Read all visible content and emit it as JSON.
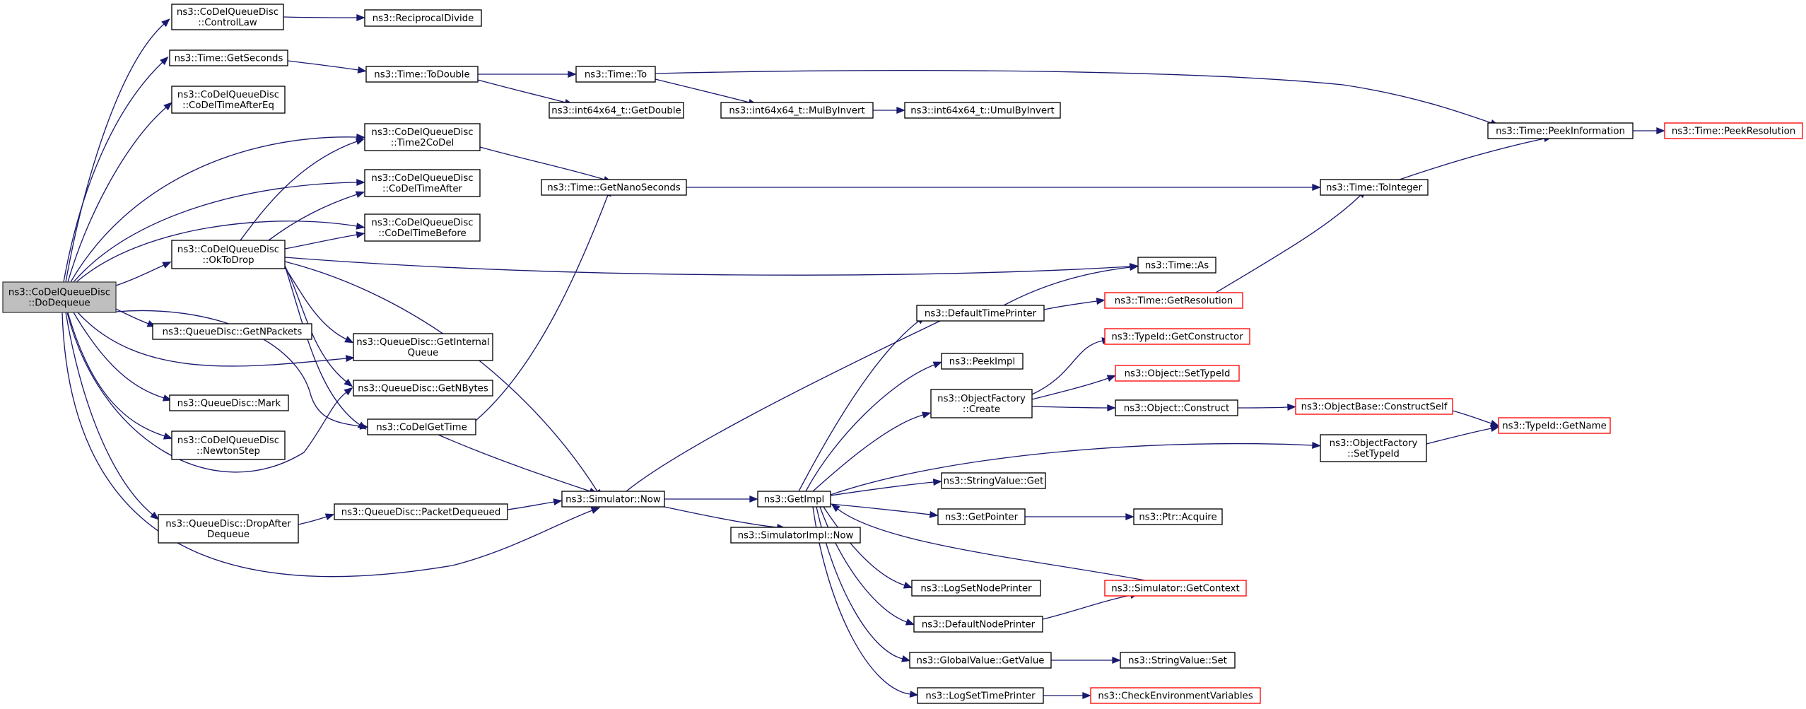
{
  "colors": {
    "edge": "#191970",
    "node_border": "#000000",
    "node_border_truncated": "#ff0000",
    "root_fill": "#bfbfbf",
    "root_border": "#404040"
  },
  "nodes": [
    {
      "id": "dodequeue",
      "lines": [
        "ns3::CoDelQueueDisc",
        "::DoDequeue"
      ],
      "style": "root"
    },
    {
      "id": "controllaw",
      "lines": [
        "ns3::CoDelQueueDisc",
        "::ControlLaw"
      ],
      "style": "normal"
    },
    {
      "id": "reciprocaldivide",
      "lines": [
        "ns3::ReciprocalDivide"
      ],
      "style": "normal"
    },
    {
      "id": "getseconds",
      "lines": [
        "ns3::Time::GetSeconds"
      ],
      "style": "normal"
    },
    {
      "id": "todouble",
      "lines": [
        "ns3::Time::ToDouble"
      ],
      "style": "normal"
    },
    {
      "id": "timeto",
      "lines": [
        "ns3::Time::To"
      ],
      "style": "normal"
    },
    {
      "id": "getdouble",
      "lines": [
        "ns3::int64x64_t::GetDouble"
      ],
      "style": "normal"
    },
    {
      "id": "mulbyinvert",
      "lines": [
        "ns3::int64x64_t::MulByInvert"
      ],
      "style": "normal"
    },
    {
      "id": "umulbyinvert",
      "lines": [
        "ns3::int64x64_t::UmulByInvert"
      ],
      "style": "normal"
    },
    {
      "id": "peekinformation",
      "lines": [
        "ns3::Time::PeekInformation"
      ],
      "style": "normal"
    },
    {
      "id": "peekresolution",
      "lines": [
        "ns3::Time::PeekResolution"
      ],
      "style": "truncated"
    },
    {
      "id": "codeltimeaftereq",
      "lines": [
        "ns3::CoDelQueueDisc",
        "::CoDelTimeAfterEq"
      ],
      "style": "normal"
    },
    {
      "id": "time2codel",
      "lines": [
        "ns3::CoDelQueueDisc",
        "::Time2CoDel"
      ],
      "style": "normal"
    },
    {
      "id": "getnanoseconds",
      "lines": [
        "ns3::Time::GetNanoSeconds"
      ],
      "style": "normal"
    },
    {
      "id": "tointeger",
      "lines": [
        "ns3::Time::ToInteger"
      ],
      "style": "normal"
    },
    {
      "id": "codeltimeafter",
      "lines": [
        "ns3::CoDelQueueDisc",
        "::CoDelTimeAfter"
      ],
      "style": "normal"
    },
    {
      "id": "codeltimebefore",
      "lines": [
        "ns3::CoDelQueueDisc",
        "::CoDelTimeBefore"
      ],
      "style": "normal"
    },
    {
      "id": "oktodrop",
      "lines": [
        "ns3::CoDelQueueDisc",
        "::OkToDrop"
      ],
      "style": "normal"
    },
    {
      "id": "timeas",
      "lines": [
        "ns3::Time::As"
      ],
      "style": "normal"
    },
    {
      "id": "defaulttimeprinter",
      "lines": [
        "ns3::DefaultTimePrinter"
      ],
      "style": "normal"
    },
    {
      "id": "getresolution",
      "lines": [
        "ns3::Time::GetResolution"
      ],
      "style": "truncated"
    },
    {
      "id": "getnpackets",
      "lines": [
        "ns3::QueueDisc::GetNPackets"
      ],
      "style": "normal"
    },
    {
      "id": "getinternalqueue",
      "lines": [
        "ns3::QueueDisc::GetInternal",
        "Queue"
      ],
      "style": "normal"
    },
    {
      "id": "peekimpl",
      "lines": [
        "ns3::PeekImpl"
      ],
      "style": "normal"
    },
    {
      "id": "getconstructor",
      "lines": [
        "ns3::TypeId::GetConstructor"
      ],
      "style": "truncated"
    },
    {
      "id": "settypeid_obj",
      "lines": [
        "ns3::Object::SetTypeId"
      ],
      "style": "truncated"
    },
    {
      "id": "objfactorycreate",
      "lines": [
        "ns3::ObjectFactory",
        "::Create"
      ],
      "style": "normal"
    },
    {
      "id": "objconstruct",
      "lines": [
        "ns3::Object::Construct"
      ],
      "style": "normal"
    },
    {
      "id": "constructself",
      "lines": [
        "ns3::ObjectBase::ConstructSelf"
      ],
      "style": "truncated"
    },
    {
      "id": "typeidgetname",
      "lines": [
        "ns3::TypeId::GetName"
      ],
      "style": "truncated"
    },
    {
      "id": "getnbytes",
      "lines": [
        "ns3::QueueDisc::GetNBytes"
      ],
      "style": "normal"
    },
    {
      "id": "mark",
      "lines": [
        "ns3::QueueDisc::Mark"
      ],
      "style": "normal"
    },
    {
      "id": "codelgettime",
      "lines": [
        "ns3::CoDelGetTime"
      ],
      "style": "normal"
    },
    {
      "id": "objfactorysettypeid",
      "lines": [
        "ns3::ObjectFactory",
        "::SetTypeId"
      ],
      "style": "normal"
    },
    {
      "id": "newtonstep",
      "lines": [
        "ns3::CoDelQueueDisc",
        "::NewtonStep"
      ],
      "style": "normal"
    },
    {
      "id": "stringvalueget",
      "lines": [
        "ns3::StringValue::Get"
      ],
      "style": "normal"
    },
    {
      "id": "simnow",
      "lines": [
        "ns3::Simulator::Now"
      ],
      "style": "normal"
    },
    {
      "id": "getimpl",
      "lines": [
        "ns3::GetImpl"
      ],
      "style": "normal"
    },
    {
      "id": "getpointer",
      "lines": [
        "ns3::GetPointer"
      ],
      "style": "normal"
    },
    {
      "id": "ptracquire",
      "lines": [
        "ns3::Ptr::Acquire"
      ],
      "style": "normal"
    },
    {
      "id": "packetdequeued",
      "lines": [
        "ns3::QueueDisc::PacketDequeued"
      ],
      "style": "normal"
    },
    {
      "id": "dropafterdequeue",
      "lines": [
        "ns3::QueueDisc::DropAfter",
        "Dequeue"
      ],
      "style": "normal"
    },
    {
      "id": "simimplnow",
      "lines": [
        "ns3::SimulatorImpl::Now"
      ],
      "style": "normal"
    },
    {
      "id": "logsetnodeprinter",
      "lines": [
        "ns3::LogSetNodePrinter"
      ],
      "style": "normal"
    },
    {
      "id": "simgetcontext",
      "lines": [
        "ns3::Simulator::GetContext"
      ],
      "style": "truncated"
    },
    {
      "id": "defaultnodeprinter",
      "lines": [
        "ns3::DefaultNodePrinter"
      ],
      "style": "normal"
    },
    {
      "id": "globalvaluegetvalue",
      "lines": [
        "ns3::GlobalValue::GetValue"
      ],
      "style": "normal"
    },
    {
      "id": "stringvalueset",
      "lines": [
        "ns3::StringValue::Set"
      ],
      "style": "normal"
    },
    {
      "id": "logsettimeprinter",
      "lines": [
        "ns3::LogSetTimePrinter"
      ],
      "style": "normal"
    },
    {
      "id": "checkenvvars",
      "lines": [
        "ns3::CheckEnvironmentVariables"
      ],
      "style": "truncated"
    }
  ],
  "edges": [
    {
      "from": "dodequeue",
      "to": "controllaw"
    },
    {
      "from": "dodequeue",
      "to": "getseconds"
    },
    {
      "from": "dodequeue",
      "to": "codeltimeaftereq"
    },
    {
      "from": "dodequeue",
      "to": "time2codel"
    },
    {
      "from": "dodequeue",
      "to": "codeltimeafter"
    },
    {
      "from": "dodequeue",
      "to": "codeltimebefore"
    },
    {
      "from": "dodequeue",
      "to": "oktodrop"
    },
    {
      "from": "dodequeue",
      "to": "getnpackets"
    },
    {
      "from": "dodequeue",
      "to": "getinternalqueue"
    },
    {
      "from": "dodequeue",
      "to": "getnbytes"
    },
    {
      "from": "dodequeue",
      "to": "mark"
    },
    {
      "from": "dodequeue",
      "to": "codelgettime"
    },
    {
      "from": "dodequeue",
      "to": "newtonstep"
    },
    {
      "from": "dodequeue",
      "to": "dropafterdequeue"
    },
    {
      "from": "dodequeue",
      "to": "simnow"
    },
    {
      "from": "controllaw",
      "to": "reciprocaldivide"
    },
    {
      "from": "getseconds",
      "to": "todouble"
    },
    {
      "from": "todouble",
      "to": "timeto"
    },
    {
      "from": "todouble",
      "to": "getdouble"
    },
    {
      "from": "timeto",
      "to": "mulbyinvert"
    },
    {
      "from": "timeto",
      "to": "peekinformation"
    },
    {
      "from": "mulbyinvert",
      "to": "umulbyinvert"
    },
    {
      "from": "peekinformation",
      "to": "peekresolution"
    },
    {
      "from": "time2codel",
      "to": "getnanoseconds"
    },
    {
      "from": "getnanoseconds",
      "to": "tointeger"
    },
    {
      "from": "tointeger",
      "to": "peekinformation"
    },
    {
      "from": "oktodrop",
      "to": "time2codel"
    },
    {
      "from": "oktodrop",
      "to": "codeltimeafter"
    },
    {
      "from": "oktodrop",
      "to": "codeltimebefore"
    },
    {
      "from": "oktodrop",
      "to": "timeas"
    },
    {
      "from": "oktodrop",
      "to": "getinternalqueue"
    },
    {
      "from": "oktodrop",
      "to": "getnbytes"
    },
    {
      "from": "oktodrop",
      "to": "codelgettime"
    },
    {
      "from": "oktodrop",
      "to": "simnow"
    },
    {
      "from": "codelgettime",
      "to": "getnanoseconds"
    },
    {
      "from": "codelgettime",
      "to": "simnow"
    },
    {
      "from": "dropafterdequeue",
      "to": "packetdequeued"
    },
    {
      "from": "packetdequeued",
      "to": "simnow"
    },
    {
      "from": "simnow",
      "to": "getimpl"
    },
    {
      "from": "simnow",
      "to": "simimplnow"
    },
    {
      "from": "getimpl",
      "to": "defaulttimeprinter"
    },
    {
      "from": "getimpl",
      "to": "peekimpl"
    },
    {
      "from": "getimpl",
      "to": "objfactorycreate"
    },
    {
      "from": "getimpl",
      "to": "objfactorysettypeid"
    },
    {
      "from": "getimpl",
      "to": "stringvalueget"
    },
    {
      "from": "getimpl",
      "to": "getpointer"
    },
    {
      "from": "getimpl",
      "to": "logsetnodeprinter"
    },
    {
      "from": "getimpl",
      "to": "defaultnodeprinter"
    },
    {
      "from": "getimpl",
      "to": "globalvaluegetvalue"
    },
    {
      "from": "getimpl",
      "to": "logsettimeprinter"
    },
    {
      "from": "defaulttimeprinter",
      "to": "timeas"
    },
    {
      "from": "defaulttimeprinter",
      "to": "getresolution"
    },
    {
      "from": "defaulttimeprinter",
      "to": "simnow"
    },
    {
      "from": "getresolution",
      "to": "tointeger"
    },
    {
      "from": "objfactorycreate",
      "to": "getconstructor"
    },
    {
      "from": "objfactorycreate",
      "to": "settypeid_obj"
    },
    {
      "from": "objfactorycreate",
      "to": "objconstruct"
    },
    {
      "from": "objconstruct",
      "to": "constructself"
    },
    {
      "from": "constructself",
      "to": "typeidgetname"
    },
    {
      "from": "objfactorysettypeid",
      "to": "typeidgetname"
    },
    {
      "from": "getpointer",
      "to": "ptracquire"
    },
    {
      "from": "simgetcontext",
      "to": "getimpl"
    },
    {
      "from": "defaultnodeprinter",
      "to": "simgetcontext"
    },
    {
      "from": "globalvaluegetvalue",
      "to": "stringvalueset"
    },
    {
      "from": "logsettimeprinter",
      "to": "checkenvvars"
    }
  ]
}
